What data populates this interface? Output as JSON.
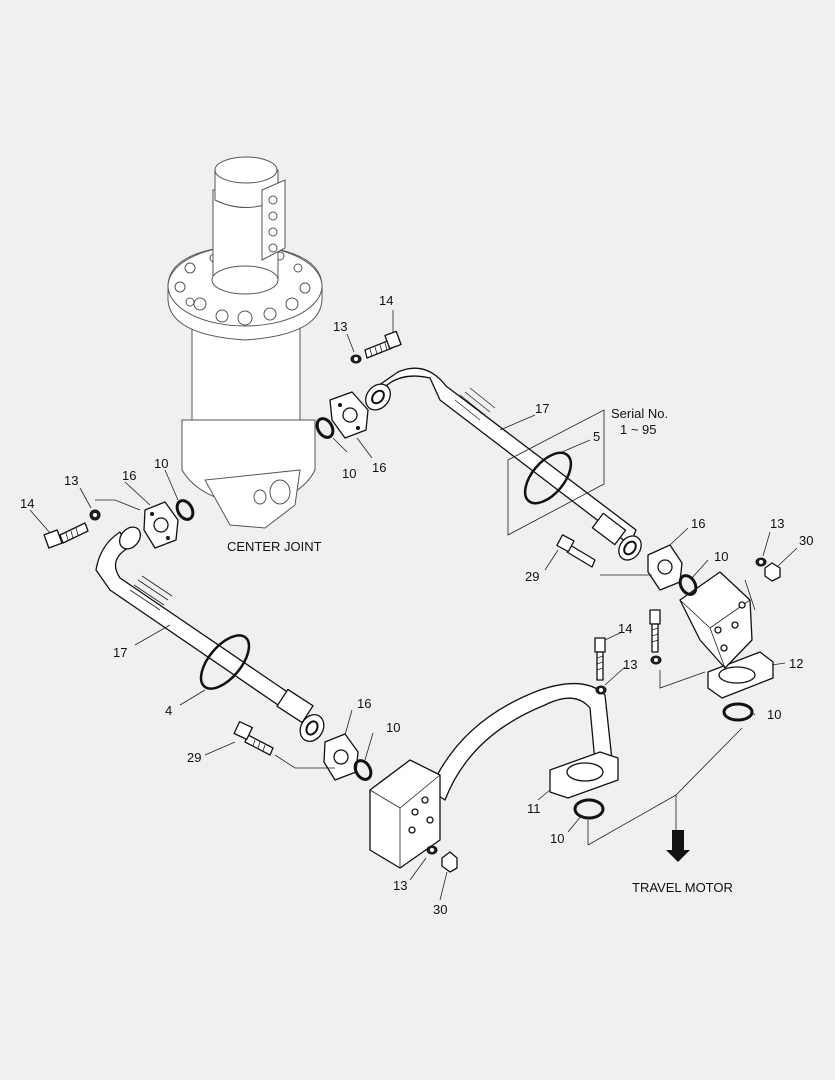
{
  "labels": {
    "center_joint": "CENTER JOINT",
    "travel_motor": "TRAVEL MOTOR",
    "serial_line1": "Serial No.",
    "serial_line2": "1 ~ 95"
  },
  "callouts": {
    "p14_top": "14",
    "p13_top": "13",
    "p17_top": "17",
    "p5": "5",
    "p10_upper": "10",
    "p16_upper": "16",
    "p14_left": "14",
    "p13_left": "13",
    "p16_left": "16",
    "p10_left": "10",
    "p17_left": "17",
    "p4": "4",
    "p29_left": "29",
    "p16_lower": "16",
    "p10_lower": "10",
    "p13_bottom": "13",
    "p30_bottom": "30",
    "p11": "11",
    "p10_bottom": "10",
    "p14_mid": "14",
    "p13_mid": "13",
    "p16_right": "16",
    "p10_right": "10",
    "p29_right": "29",
    "p13_right": "13",
    "p30_right": "30",
    "p12": "12",
    "p10_motor": "10"
  },
  "colors": {
    "background": "#f0f0f0",
    "line": "#111111",
    "fill": "#ffffff"
  }
}
